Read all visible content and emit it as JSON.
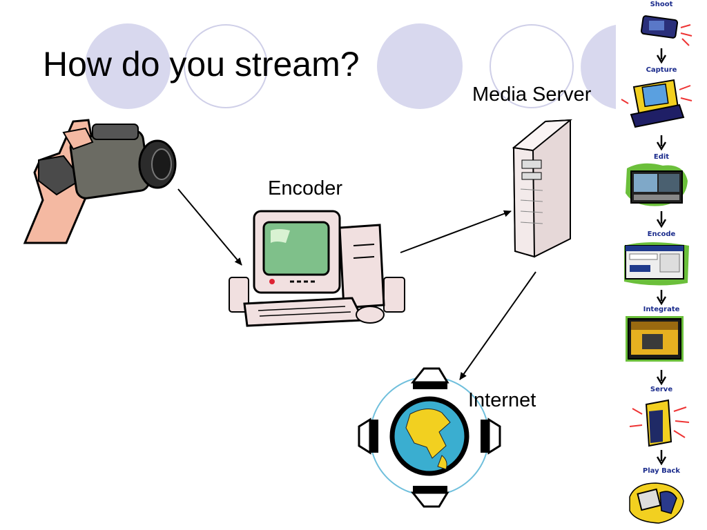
{
  "slide": {
    "title": "How do you stream?"
  },
  "diagram": {
    "nodes": [
      {
        "id": "camera",
        "label": ""
      },
      {
        "id": "encoder",
        "label": "Encoder"
      },
      {
        "id": "media_server",
        "label": "Media Server"
      },
      {
        "id": "internet",
        "label": "Internet"
      }
    ],
    "edges": [
      {
        "from": "camera",
        "to": "encoder"
      },
      {
        "from": "encoder",
        "to": "media_server"
      },
      {
        "from": "media_server",
        "to": "internet"
      }
    ]
  },
  "workflow": {
    "steps": [
      "Shoot",
      "Capture",
      "Edit",
      "Encode",
      "Integrate",
      "Serve",
      "Play Back"
    ]
  },
  "colors": {
    "circle_fill": "#d8d8ee",
    "circle_outline": "#c8c8e6",
    "step_text": "#1a2b8c",
    "globe_ocean": "#3aaed0",
    "globe_land": "#f2d020"
  }
}
